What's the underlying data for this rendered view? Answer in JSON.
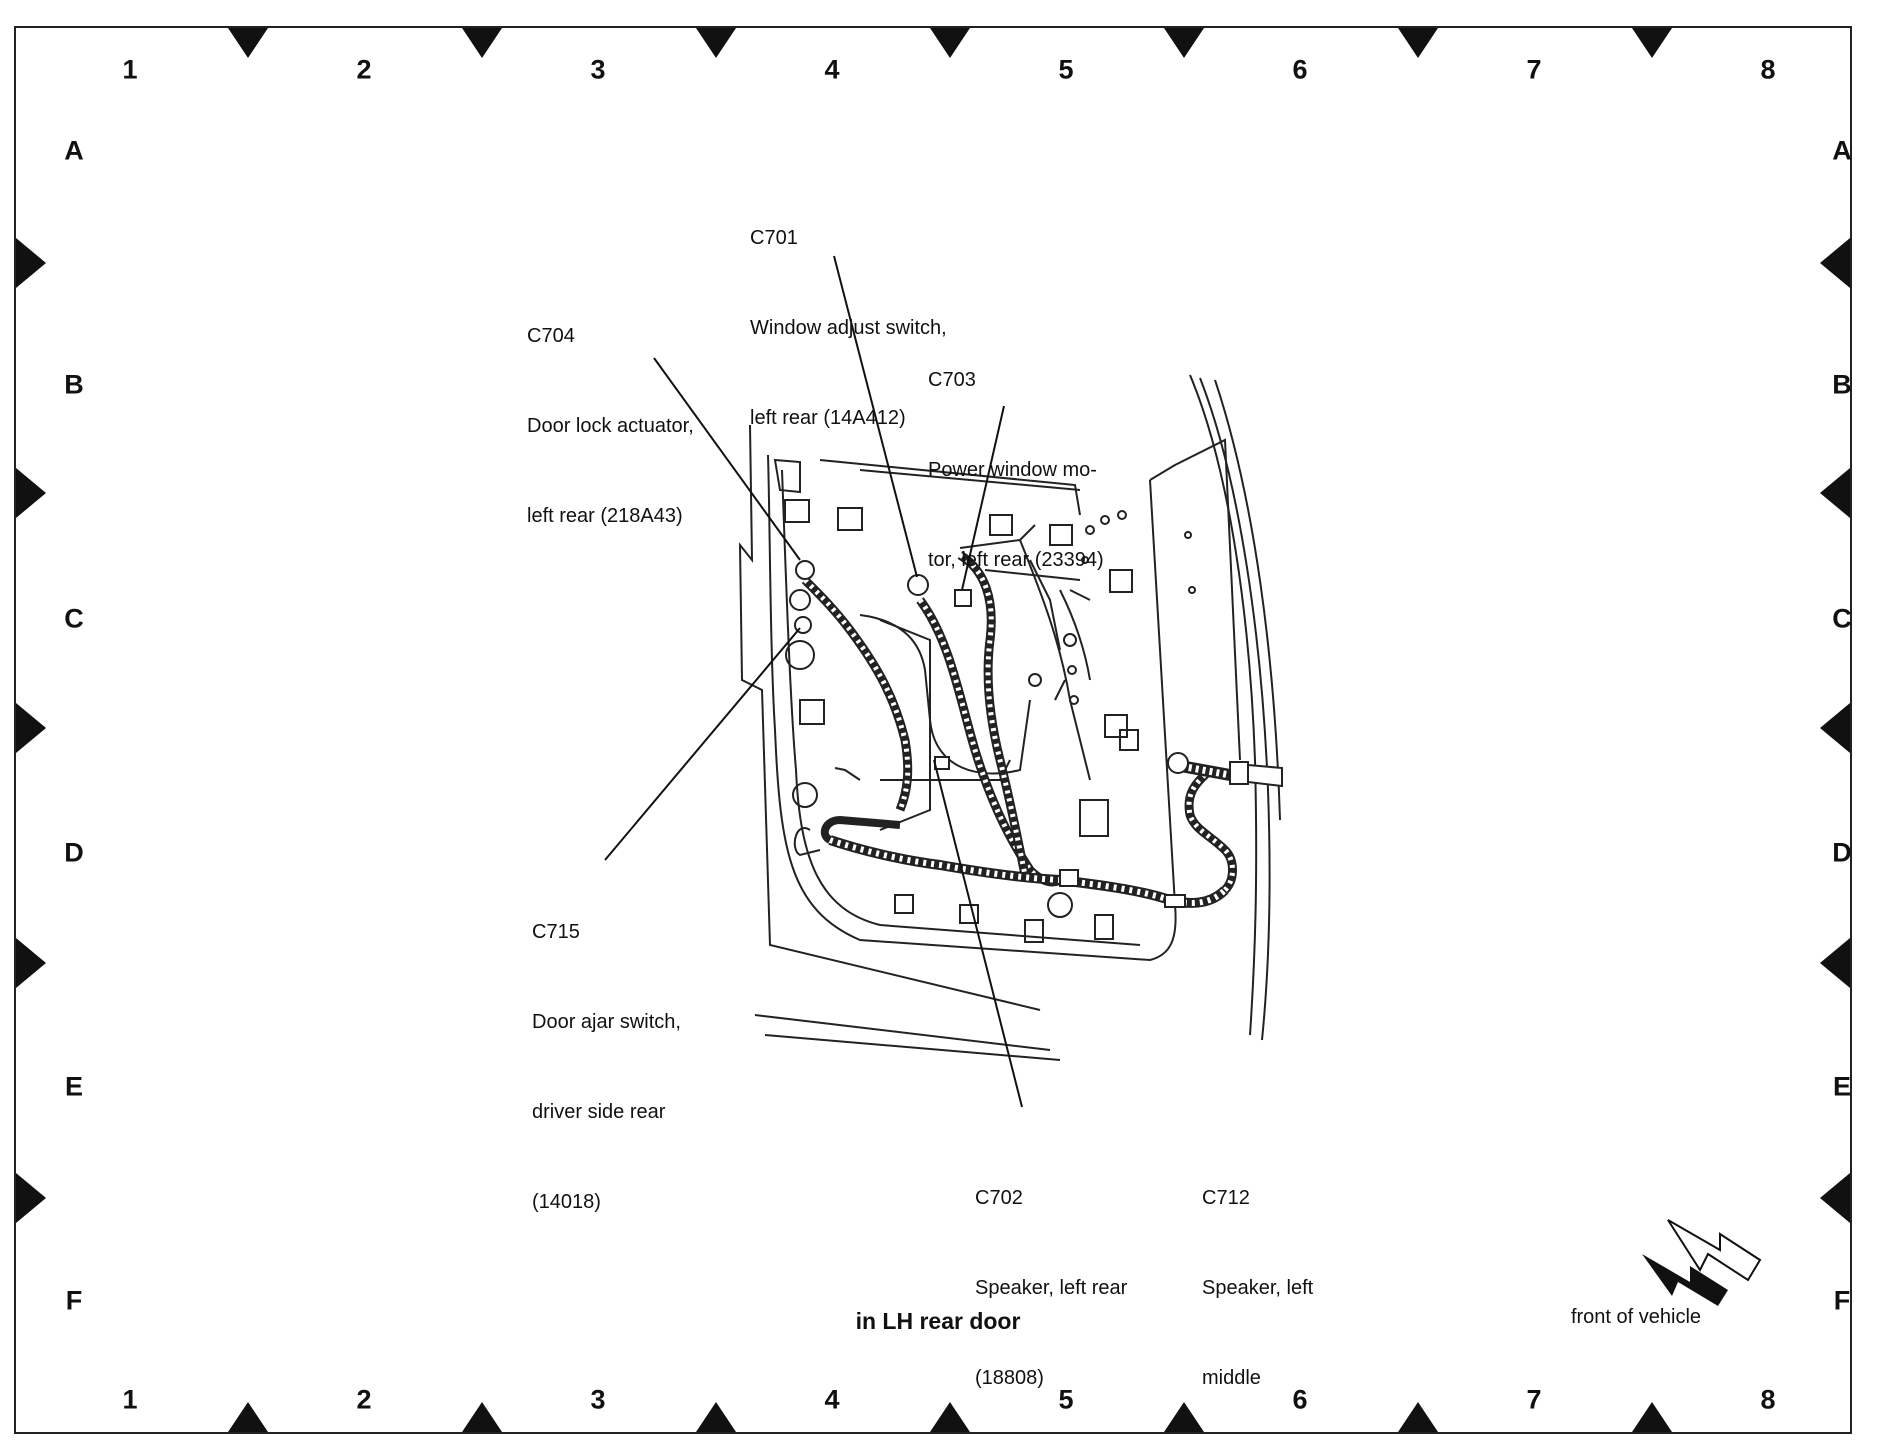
{
  "grid": {
    "columns": [
      "1",
      "2",
      "3",
      "4",
      "5",
      "6",
      "7",
      "8"
    ],
    "rows": [
      "A",
      "B",
      "C",
      "D",
      "E",
      "F"
    ]
  },
  "callouts": {
    "c701": {
      "id": "C701",
      "line1": "Window adjust switch,",
      "line2": "left rear (14A412)"
    },
    "c704": {
      "id": "C704",
      "line1": "Door lock actuator,",
      "line2": "left rear (218A43)"
    },
    "c703": {
      "id": "C703",
      "line1": "Power window mo-",
      "line2": "tor, left rear (23394)"
    },
    "c715": {
      "id": "C715",
      "line1": "Door ajar switch,",
      "line2": "driver side rear",
      "line3": "(14018)"
    },
    "c702": {
      "id": "C702",
      "line1": "Speaker, left rear",
      "line2": "(18808)"
    },
    "c712": {
      "id": "C712",
      "line1": "Speaker, left",
      "line2": "middle"
    }
  },
  "caption": "in LH rear door",
  "orientation_label": "front of vehicle",
  "icons": [
    "front-of-vehicle-arrow-icon"
  ]
}
